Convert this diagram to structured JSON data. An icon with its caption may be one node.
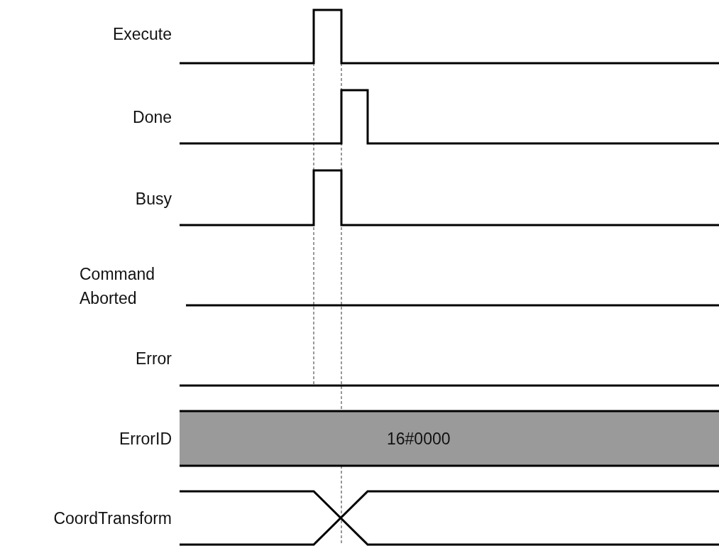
{
  "diagram": {
    "labels": [
      "Execute",
      "Done",
      "Busy",
      "Command Aborted",
      "Error",
      "ErrorID",
      "16#0000",
      "CoordTransform"
    ]
  }
}
